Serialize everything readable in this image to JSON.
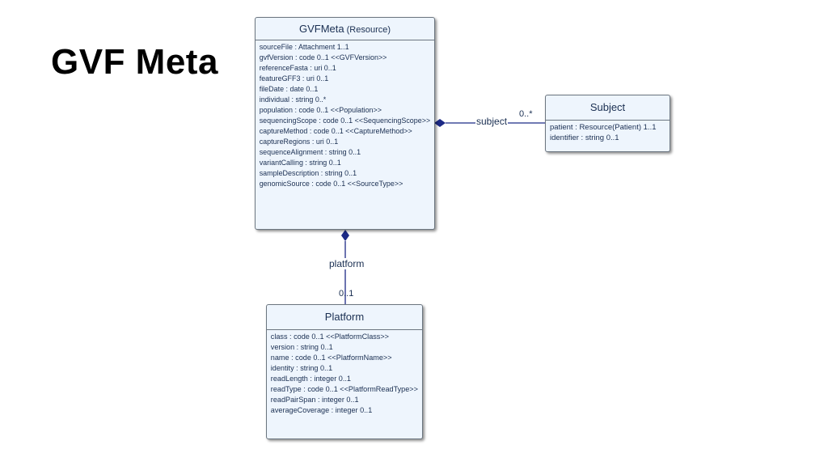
{
  "slide": {
    "title": "GVF Meta"
  },
  "classes": {
    "gvfmeta": {
      "name": "GVFMeta",
      "stereotype": "(Resource)",
      "attributes": [
        "sourceFile : Attachment 1..1",
        "gvfVersion : code 0..1 <<GVFVersion>>",
        "referenceFasta : uri 0..1",
        "featureGFF3 : uri 0..1",
        "fileDate : date 0..1",
        "individual : string 0..*",
        "population : code 0..1 <<Population>>",
        "sequencingScope : code 0..1 <<SequencingScope>>",
        "captureMethod : code 0..1 <<CaptureMethod>>",
        "captureRegions : uri 0..1",
        "sequenceAlignment : string 0..1",
        "variantCalling : string 0..1",
        "sampleDescription : string 0..1",
        "genomicSource : code 0..1 <<SourceType>>"
      ]
    },
    "subject": {
      "name": "Subject",
      "attributes": [
        "patient : Resource(Patient) 1..1",
        "identifier : string 0..1"
      ]
    },
    "platform": {
      "name": "Platform",
      "attributes": [
        "class : code 0..1 <<PlatformClass>>",
        "version : string 0..1",
        "name : code 0..1 <<PlatformName>>",
        "identity : string 0..1",
        "readLength : integer 0..1",
        "readType : code 0..1 <<PlatformReadType>>",
        "readPairSpan : integer 0..1",
        "averageCoverage : integer 0..1"
      ]
    }
  },
  "associations": {
    "subject": {
      "role": "subject",
      "multiplicity": "0..*"
    },
    "platform": {
      "role": "platform",
      "multiplicity": "0..1"
    }
  },
  "colors": {
    "class_fill": "#eef5fd",
    "class_border": "#6c7680",
    "text": "#1a2f52",
    "connector": "#1c2a86"
  }
}
